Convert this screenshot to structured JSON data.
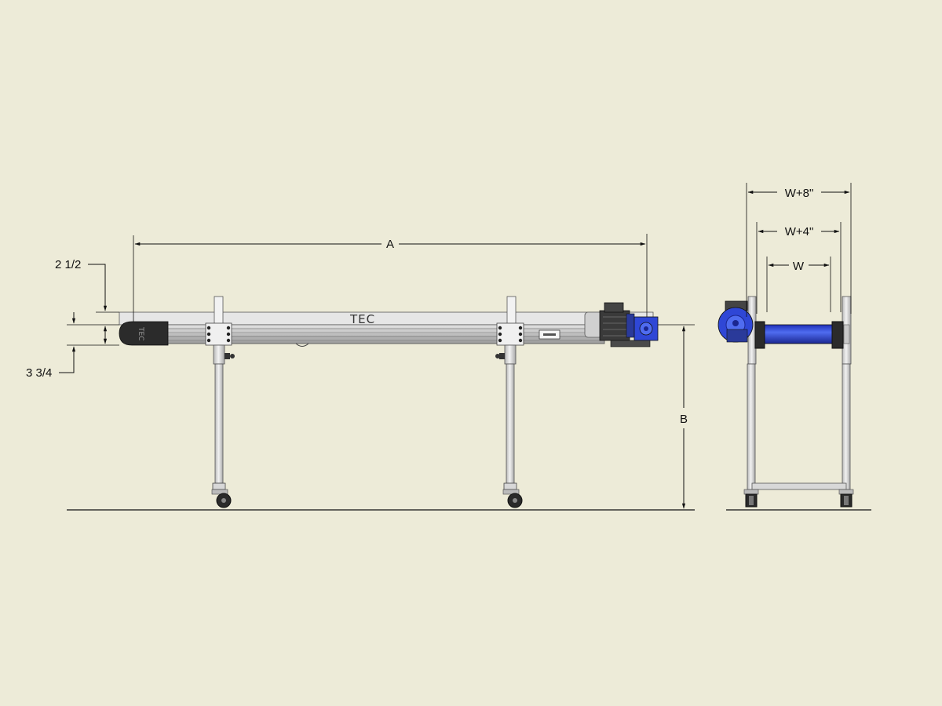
{
  "drawing": {
    "background": "#EDEBD8",
    "brand_logo": "TEC",
    "colors": {
      "motor_blue": "#2F47D6",
      "frame_gray": "#C8C8C8",
      "belt_gray": "#8E8E8E",
      "dark_part": "#2B2B2B",
      "line": "#111111"
    }
  },
  "side_view": {
    "dimensions": {
      "overall_length": "A",
      "height": "B",
      "belt_top": "2 1/2",
      "frame_depth": "3 3/4"
    }
  },
  "end_view": {
    "dimensions": {
      "outer_width": "W+8\"",
      "middle_width": "W+4\"",
      "belt_width": "W"
    }
  }
}
